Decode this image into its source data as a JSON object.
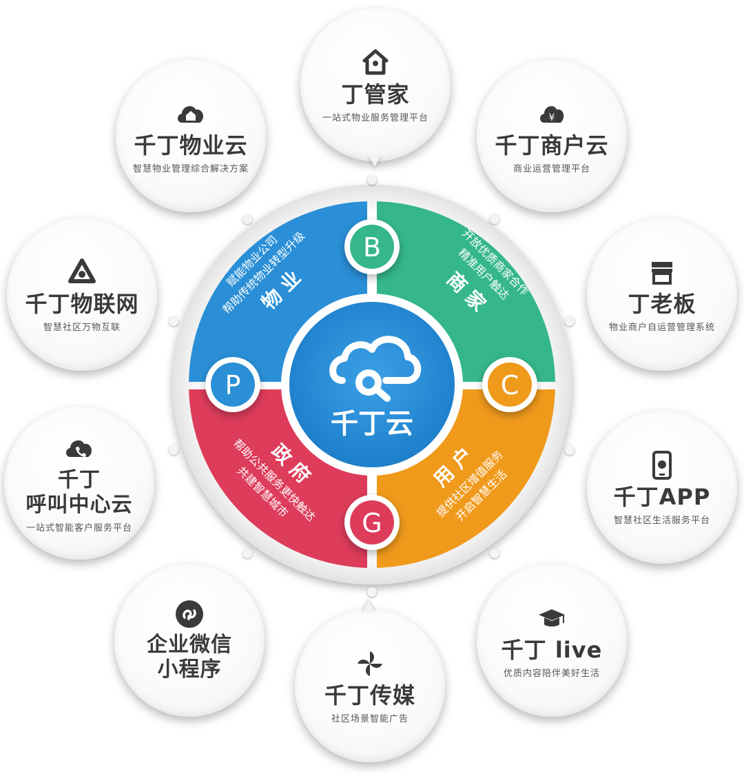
{
  "center": {
    "brand": "千丁云"
  },
  "quadrants": [
    {
      "letter": "B",
      "name": "商 家",
      "line1": "开放优质商家合作",
      "line2": "精准用户触达",
      "color": "#35b78a"
    },
    {
      "letter": "P",
      "name": "物 业",
      "line1": "赋能物业公司",
      "line2": "帮助传统物业转型升级",
      "color": "#2a8fd6"
    },
    {
      "letter": "G",
      "name": "政 府",
      "line1": "帮助公共服务更快触达",
      "line2": "共建智慧城市",
      "color": "#dd3c5a"
    },
    {
      "letter": "C",
      "name": "用 户",
      "line1": "提供社区增值服务",
      "line2": "开启智慧生活",
      "color": "#f09a1c"
    }
  ],
  "products": [
    {
      "id": "dingguanjia",
      "icon": "house-tag-icon",
      "title": "丁管家",
      "sub": "一站式物业服务管理平台"
    },
    {
      "id": "shanghuyun",
      "icon": "cloud-yen-icon",
      "title": "千丁商户云",
      "sub": "商业运营管理平台"
    },
    {
      "id": "dinglaoban",
      "icon": "storefront-icon",
      "title": "丁老板",
      "sub": "物业商户自运营管理系统"
    },
    {
      "id": "app",
      "icon": "phone-app-icon",
      "title": "千丁APP",
      "sub": "智慧社区生活服务平台"
    },
    {
      "id": "live",
      "icon": "graduation-cap-icon",
      "title": "千丁 live",
      "sub": "优质内容陪伴美好生活"
    },
    {
      "id": "chuanmei",
      "icon": "pinwheel-icon",
      "title": "千丁传媒",
      "sub": "社区场景智能广告"
    },
    {
      "id": "miniprogram",
      "icon": "mini-program-icon",
      "title1": "企业微信",
      "title2": "小程序"
    },
    {
      "id": "hujiao",
      "icon": "phone-cloud-icon",
      "title1": "千丁",
      "title2": "呼叫中心云",
      "sub": "一站式智能客户服务平台"
    },
    {
      "id": "wulianwang",
      "icon": "triangle-nodes-icon",
      "title": "千丁物联网",
      "sub": "智慧社区万物互联"
    },
    {
      "id": "wuyeyun",
      "icon": "cloud-house-icon",
      "title": "千丁物业云",
      "sub": "智慧物业管理综合解决方案"
    }
  ]
}
